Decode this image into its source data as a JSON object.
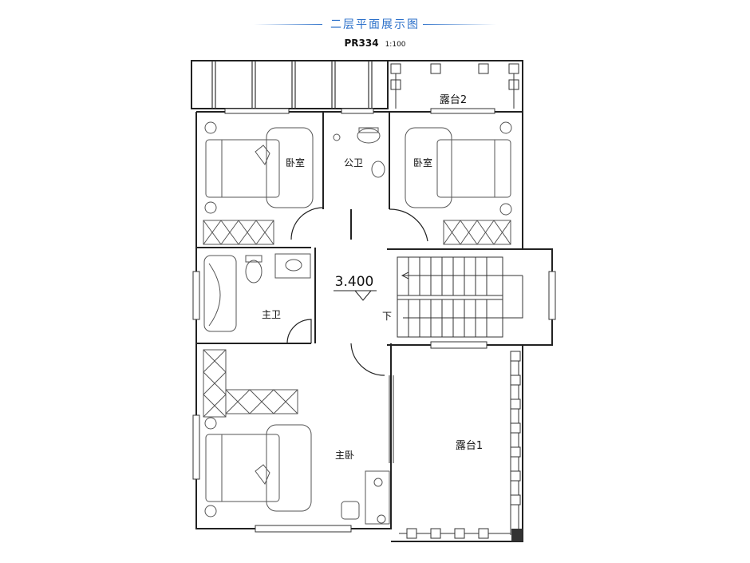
{
  "header": {
    "title": "二层平面展示图",
    "code": "PR334",
    "scale": "1:100"
  },
  "rooms": {
    "bedroom_left": "卧室",
    "public_bath": "公卫",
    "bedroom_right": "卧室",
    "terrace2": "露台2",
    "master_bath": "主卫",
    "master_bedroom": "主卧",
    "terrace1": "露台1"
  },
  "annotations": {
    "elevation": "3.400",
    "stair_down": "下"
  },
  "colors": {
    "title_blue": "#2a6fc9",
    "line": "#222222",
    "furniture": "#555555"
  }
}
